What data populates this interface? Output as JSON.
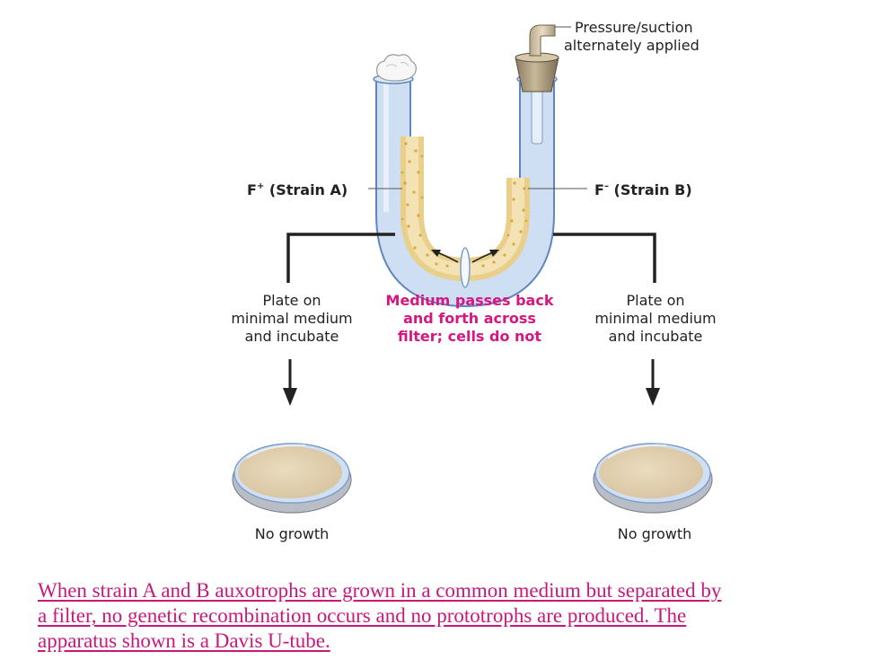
{
  "labels": {
    "pressure_line1": "Pressure/suction",
    "pressure_line2": "alternately applied",
    "strain_a_prefix": "F",
    "strain_a_sup": "+",
    "strain_a_name": " (Strain A)",
    "strain_b_prefix": "F",
    "strain_b_sup": "–",
    "strain_b_name": " (Strain B)",
    "plate_left_line1": "Plate on",
    "plate_left_line2": "minimal medium",
    "plate_left_line3": "and incubate",
    "plate_right_line1": "Plate on",
    "plate_right_line2": "minimal medium",
    "plate_right_line3": "and incubate",
    "medium_line1": "Medium passes back",
    "medium_line2": "and forth across",
    "medium_line3": "filter; cells do not",
    "no_growth_left": "No growth",
    "no_growth_right": "No growth"
  },
  "caption": {
    "line1": "When strain A and B auxotrophs are grown in a common medium but separated by",
    "line2": "a filter, no genetic recombination occurs and no prototrophs are produced. The",
    "line3": "apparatus shown is a Davis U-tube."
  },
  "colors": {
    "highlight": "#d6177f",
    "caption": "#c8187a",
    "text": "#222222",
    "tube_glass": "#a9c4e8",
    "medium": "#efd79a",
    "dish_agar": "#e3d2b3"
  }
}
